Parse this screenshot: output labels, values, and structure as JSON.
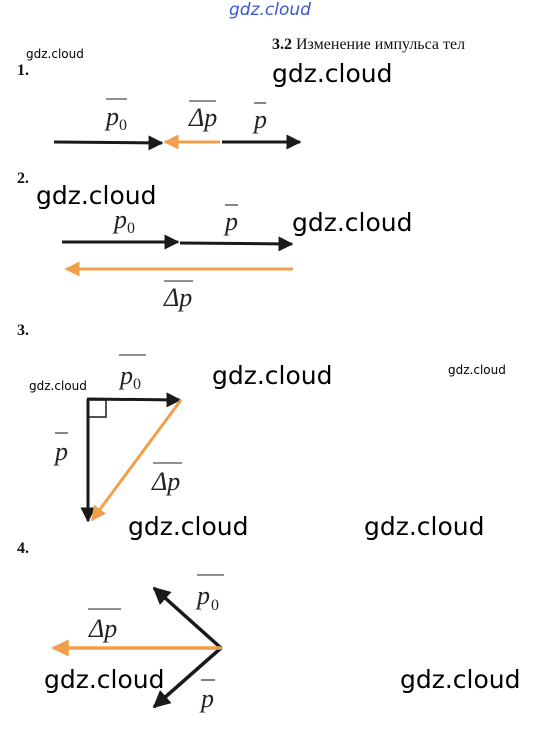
{
  "watermark_text": "gdz.cloud",
  "header": {
    "section_number": "3.2",
    "section_title": "Изменение импульса тел"
  },
  "problems": [
    {
      "number": "1."
    },
    {
      "number": "2."
    },
    {
      "number": "3."
    },
    {
      "number": "4."
    }
  ],
  "vector_labels": {
    "p0": "p",
    "p0_subscript": "0",
    "p": "p",
    "delta": "Δp"
  },
  "colors": {
    "vector_black": "#1a1a1a",
    "vector_orange": "#f0a04a",
    "watermark_blue": "#3a55d0"
  }
}
